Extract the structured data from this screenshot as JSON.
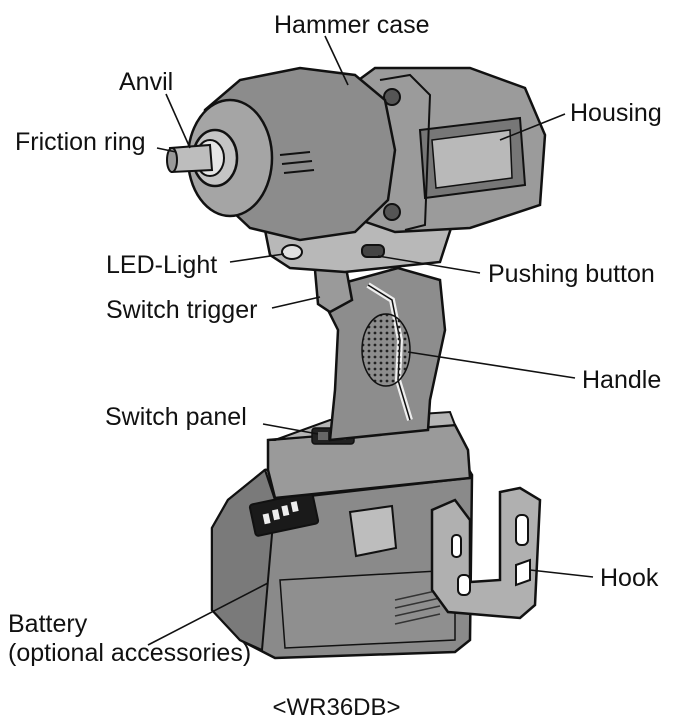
{
  "labels": {
    "hammer_case": "Hammer case",
    "anvil": "Anvil",
    "friction_ring": "Friction ring",
    "housing": "Housing",
    "led_light": "LED-Light",
    "pushing_button": "Pushing button",
    "switch_trigger": "Switch trigger",
    "handle": "Handle",
    "switch_panel": "Switch panel",
    "hook": "Hook",
    "battery_line1": "Battery",
    "battery_line2": "(optional accessories)"
  },
  "model": "<WR36DB>"
}
